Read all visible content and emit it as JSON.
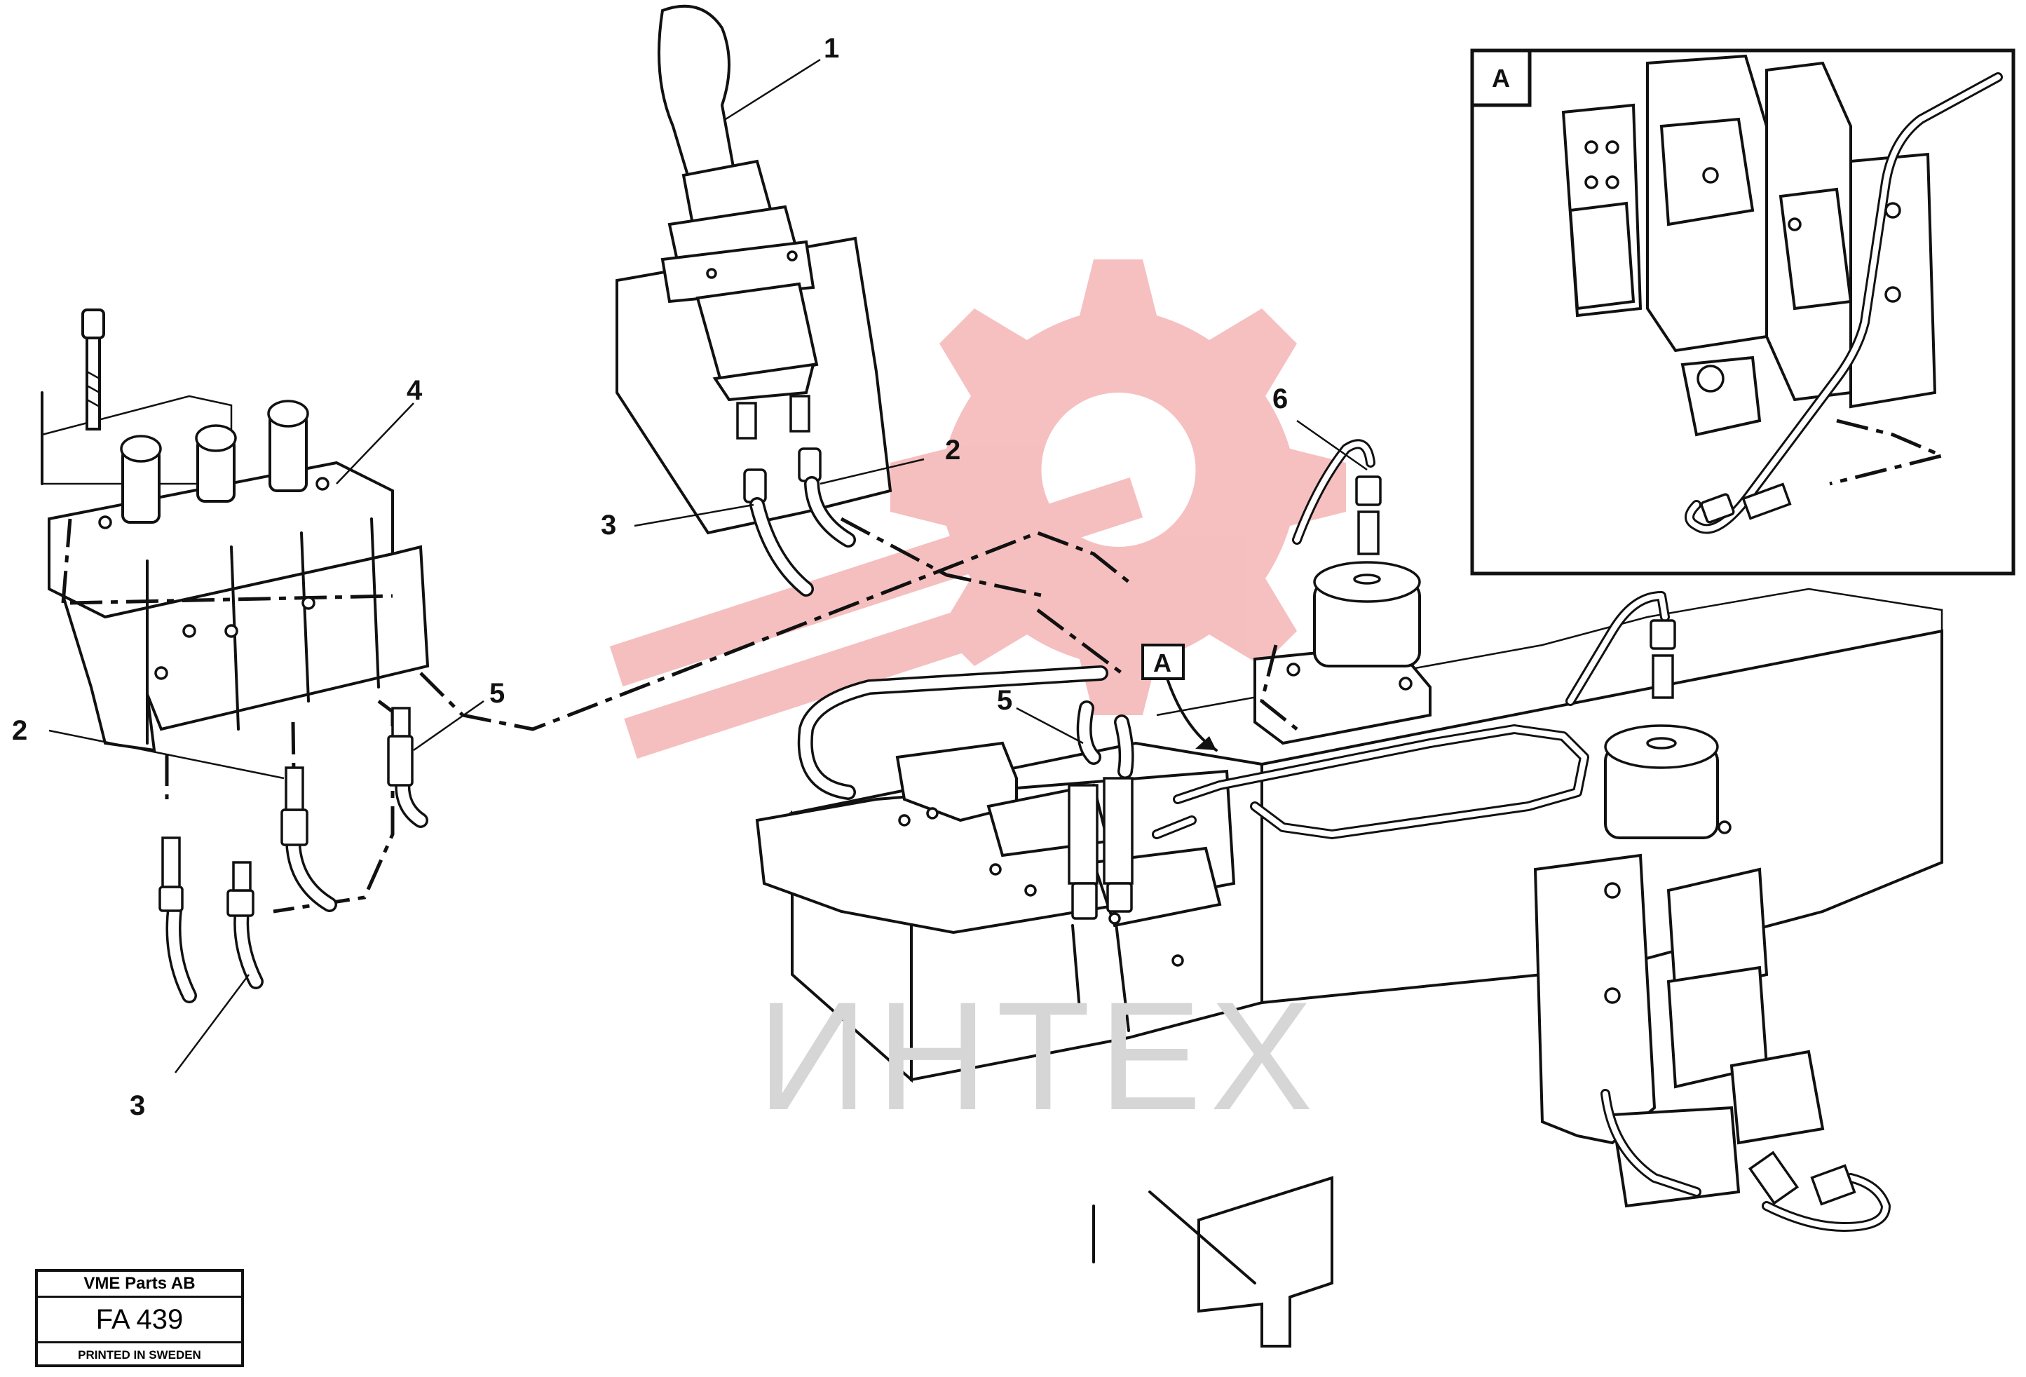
{
  "callouts": [
    {
      "id": "1",
      "text": "1"
    },
    {
      "id": "2-upper",
      "text": "2"
    },
    {
      "id": "3-upper",
      "text": "3"
    },
    {
      "id": "4",
      "text": "4"
    },
    {
      "id": "5-left",
      "text": "5"
    },
    {
      "id": "2-left",
      "text": "2"
    },
    {
      "id": "3-lower",
      "text": "3"
    },
    {
      "id": "6",
      "text": "6"
    },
    {
      "id": "5-mid",
      "text": "5"
    }
  ],
  "detail_view": {
    "label": "A"
  },
  "detail_reference": {
    "label": "A"
  },
  "title_block": {
    "company": "VME Parts AB",
    "drawing_number": "FA 439",
    "footer": "PRINTED IN SWEDEN"
  },
  "watermark": {
    "text": "ИНТЕХ"
  },
  "colors": {
    "line": "#111111",
    "watermark_logo": "#f4b5b5",
    "watermark_text": "#d6d6d6"
  }
}
